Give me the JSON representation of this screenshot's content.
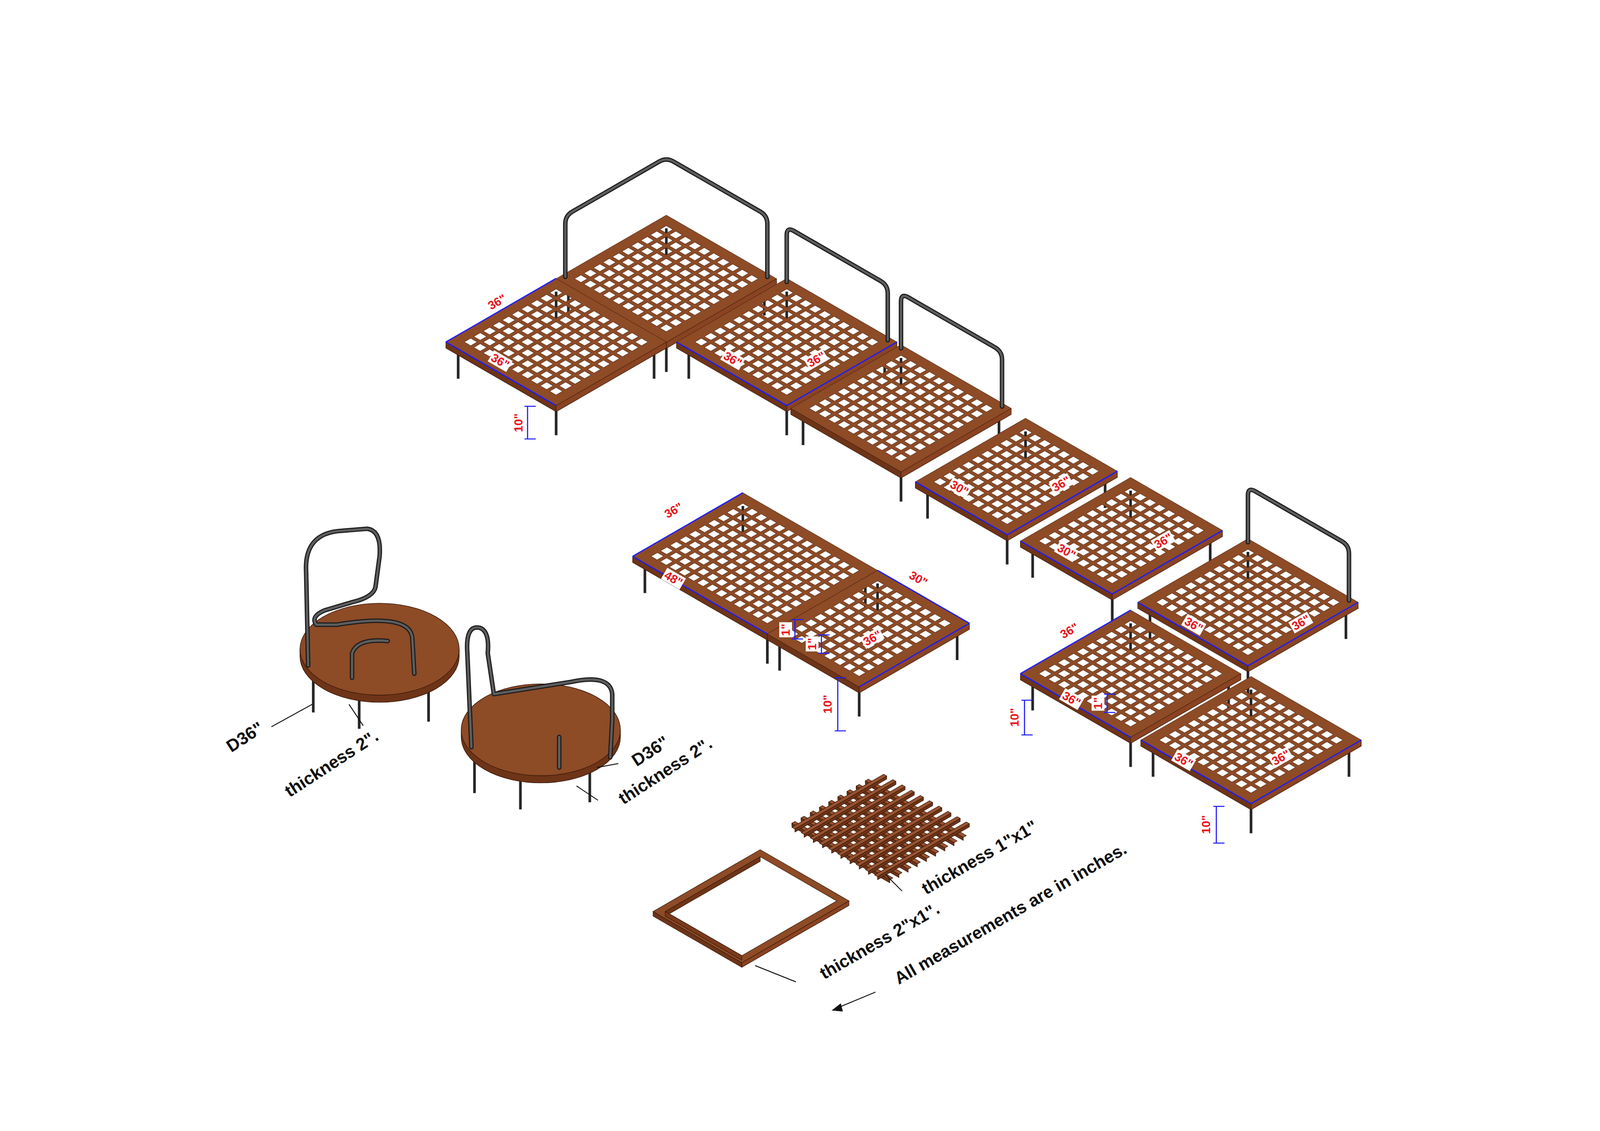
{
  "diagram": {
    "labels": [
      "36\"",
      "36\"",
      "10\"",
      "36\"",
      "36\"",
      "30\"",
      "36\"",
      "30\"",
      "36\"",
      "36\"",
      "48\"",
      "30\"",
      "1\"",
      "1\"",
      "36\"",
      "10\"",
      "36\"",
      "36\"",
      "36\"",
      "36\"",
      "1\"",
      "10\"",
      "36\"",
      "36\"",
      "10\"",
      "D36\"",
      "thickness 2\".",
      "D36\"",
      "thickness 2\".",
      "thickness 1\"x1\"",
      "thickness 2\"x1\".",
      "All measurements are in inches."
    ]
  }
}
